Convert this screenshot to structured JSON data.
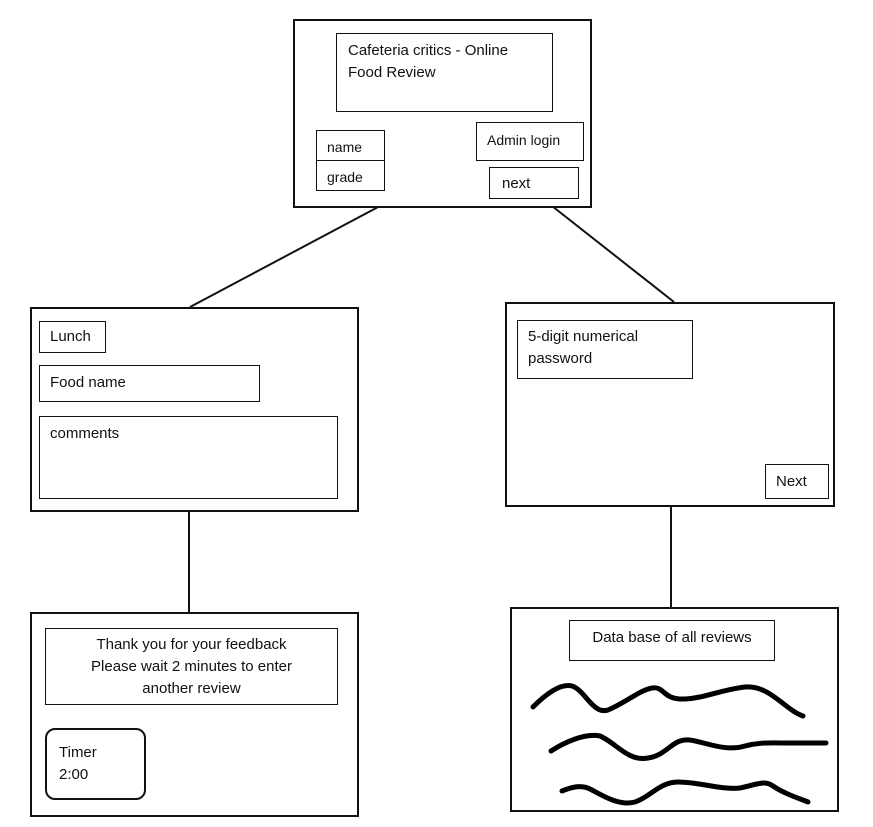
{
  "screens": {
    "home": {
      "title_line1": "Cafeteria critics - Online",
      "title_line2": "Food Review",
      "name_field": "name",
      "grade_field": "grade",
      "admin_login": "Admin login",
      "next": "next"
    },
    "review_form": {
      "meal": "Lunch",
      "food_name": "Food name",
      "comments": "comments"
    },
    "admin_login": {
      "password_line1": "5-digit numerical",
      "password_line2": "password",
      "next": "Next"
    },
    "thank_you": {
      "line1": "Thank you for your feedback",
      "line2": "Please wait 2 minutes to enter",
      "line3": "another review",
      "timer_label": "Timer",
      "timer_value": "2:00"
    },
    "admin_database": {
      "title": "Data base of all reviews"
    }
  }
}
